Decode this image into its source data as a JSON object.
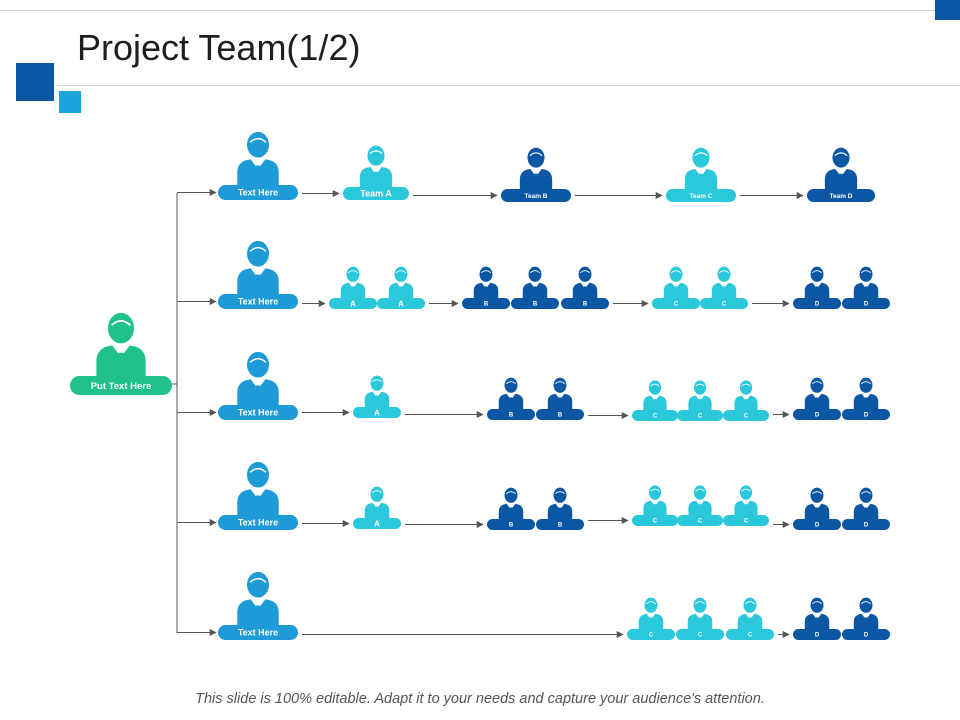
{
  "title": "Project Team(1/2)",
  "footer": "This slide is 100% editable. Adapt it to your needs and capture your audience's attention.",
  "colors": {
    "green": "#20c18c",
    "blue": "#1e9ad6",
    "teal": "#2ac8da",
    "navy": "#0b57a4",
    "line": "#555555",
    "accent_dark": "#0b57a4",
    "accent_light": "#1aa3dc"
  },
  "root": {
    "label": "Put Text Here",
    "icon": "person-icon",
    "color": "green"
  },
  "rows": [
    {
      "leader": {
        "label": "Text Here",
        "color": "blue"
      },
      "groups": [
        {
          "team": "A",
          "color": "teal",
          "members": [
            "Team  A"
          ]
        },
        {
          "team": "B",
          "color": "navy",
          "members": [
            "Team B"
          ]
        },
        {
          "team": "C",
          "color": "teal",
          "members": [
            "Team C"
          ]
        },
        {
          "team": "D",
          "color": "navy",
          "members": [
            "Team D"
          ]
        }
      ]
    },
    {
      "leader": {
        "label": "Text Here",
        "color": "blue"
      },
      "groups": [
        {
          "team": "A",
          "color": "teal",
          "members": [
            "A",
            "A"
          ]
        },
        {
          "team": "B",
          "color": "navy",
          "members": [
            "B",
            "B",
            "B"
          ]
        },
        {
          "team": "C",
          "color": "teal",
          "members": [
            "C",
            "C"
          ]
        },
        {
          "team": "D",
          "color": "navy",
          "members": [
            "D",
            "D"
          ]
        }
      ]
    },
    {
      "leader": {
        "label": "Text Here",
        "color": "blue"
      },
      "groups": [
        {
          "team": "A",
          "color": "teal",
          "members": [
            "A"
          ]
        },
        {
          "team": "B",
          "color": "navy",
          "members": [
            "B",
            "B"
          ]
        },
        {
          "team": "C",
          "color": "teal",
          "members": [
            "C",
            "C",
            "C"
          ]
        },
        {
          "team": "D",
          "color": "navy",
          "members": [
            "D",
            "D"
          ]
        }
      ]
    },
    {
      "leader": {
        "label": "Text Here",
        "color": "blue"
      },
      "groups": [
        {
          "team": "A",
          "color": "teal",
          "members": [
            "A"
          ]
        },
        {
          "team": "B",
          "color": "navy",
          "members": [
            "B",
            "B"
          ]
        },
        {
          "team": "C",
          "color": "teal",
          "members": [
            "C",
            "C",
            "C"
          ]
        },
        {
          "team": "D",
          "color": "navy",
          "members": [
            "D",
            "D"
          ]
        }
      ]
    },
    {
      "leader": {
        "label": "Text Here",
        "color": "blue"
      },
      "groups": [
        {
          "team": "C",
          "color": "teal",
          "members": [
            "C",
            "C",
            "C"
          ]
        },
        {
          "team": "D",
          "color": "navy",
          "members": [
            "D",
            "D"
          ]
        }
      ]
    }
  ]
}
